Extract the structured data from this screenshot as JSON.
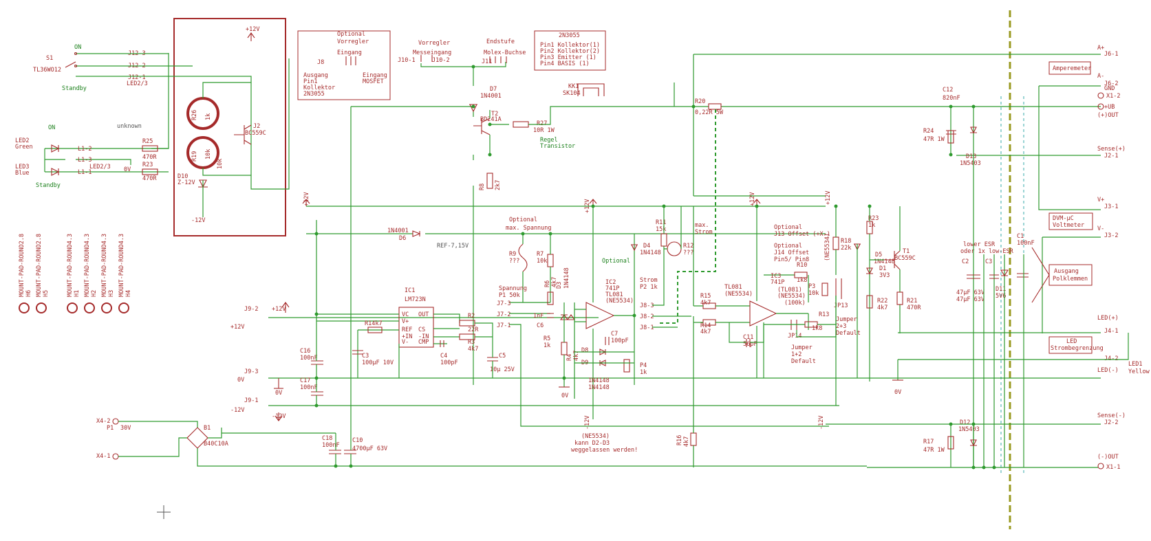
{
  "title_note": "Klemmenbereich",
  "labels": {
    "plus12v_top": "+12V",
    "minus12v_box": "-12V",
    "j12_3": "J12-3",
    "j12_2": "J12-2",
    "j12_1": "J12-1",
    "led23": "LED2/3",
    "s1": "S1",
    "tl36wo": "TL36WO12",
    "on1": "ON",
    "standby1": "Standby",
    "on2": "ON",
    "standby2": "Standby",
    "led2": "LED2",
    "green": "Green",
    "led3": "LED3",
    "blue": "Blue",
    "unknown": "unknown",
    "r25": "R25",
    "r25v": "470R",
    "r23": "R23",
    "r23v": "470R",
    "led23b": "LED2/3",
    "ov_a": "0V",
    "d10": "D10",
    "d10v": "Z-12V",
    "j2": "J2",
    "bc559c_a": "BC559C",
    "r26": "R26",
    "r26v": "1k",
    "r19": "R19",
    "r19v": "10k",
    "k10": "10k",
    "minus12v_a": "-12V",
    "opt_title": "Optional",
    "opt_vorregler": "Vorregler",
    "opt_eingang": "Eingang",
    "j8": "J8",
    "ausgang": "Ausgang",
    "pin1": "Pin1",
    "kollektor": "Kollektor",
    "n2n3055": "2N3055",
    "eingang2": "Eingang",
    "mosfet": "MOSFET",
    "vorregler": "Vorregler",
    "messeingang": "Messeingang",
    "endstufe": "Endstufe",
    "molex": "Molex-Buchse",
    "j10_1": "J10-1",
    "j10_2": "J10-2",
    "j11": "J11",
    "d7": "D7",
    "n1n4001": "1N4001",
    "t2": "T2",
    "bd241": "BD241A",
    "r27": "R27",
    "r27v": "10R 1W",
    "regel": "Regel",
    "transistor": "Transistor",
    "r8": "R8",
    "r8v": "2k7",
    "kk1": "KK1",
    "sk104": "SK104",
    "tr_title": "2N3055",
    "tr_pin1": "Pin1 Kollektor(1)",
    "tr_pin2": "Pin2 Kollektor(2)",
    "tr_pin3": "Pin3 Emitter  (1)",
    "tr_pin4": "Pin4 BASIS    (1)",
    "r20": "R20",
    "r20v": "0,22R 5W",
    "c12": "C12",
    "c12v": "820nF",
    "r24": "R24",
    "r24v": "47R 1W",
    "d13": "D13",
    "d13v": "1N5403",
    "j6_1": "J6-1",
    "j6_2": "J6-2",
    "amperemeter": "Amperemeter",
    "aplus": "A+",
    "aminus": "A-",
    "gnd": "GND",
    "x1_2": "X1-2",
    "ub": "+UB",
    "plusout": "(+)OUT",
    "sense_p": "Sense(+)",
    "j2_1": "J2-1",
    "vplus": "V+",
    "j3_1": "J3-1",
    "dvm": "DVM-µC",
    "voltmeter": "Voltmeter",
    "vminus": "V-",
    "j3_2": "J3-2",
    "c1": "C1",
    "c1v": "100nF",
    "lower_esr": "lower ESR",
    "oder_esr": "oder 1x low-ESR",
    "ausgang2": "Ausgang",
    "polklemmen": "Polklemmen",
    "c2": "C2",
    "c2v": "47µF 63V",
    "c3b": "C3",
    "c3bv": "47µF 63V",
    "d11": "D11",
    "d11v": "5V6",
    "led_p": "LED(+)",
    "j4_1": "J4-1",
    "led_box": "LED",
    "stromb": "Strombegrenzung",
    "j4_2": "J4-2",
    "led_m": "LED(-)",
    "led1": "LED1",
    "yellow": "Yellow",
    "sense_m": "Sense(-)",
    "j2_2": "J2-2",
    "r17": "R17",
    "r17v": "47R 1W",
    "d12": "D12",
    "d12v": "1N5403",
    "minusout": "(-)OUT",
    "x1_1": "X1-1",
    "j9_1": "J9-2",
    "plus12_l": "+12V",
    "plus12_l2": "+12V",
    "j9_0": "J9-3",
    "ov_l": "0V",
    "j9_m": "J9-1",
    "minus12_l": "-12V",
    "x4_2": "X4-2",
    "p1": "P1",
    "p1v": "30V",
    "x4_1": "X4-1",
    "b1": "B1",
    "b1v": "B40C10A",
    "c16": "C16",
    "c16v": "100nF",
    "c17": "C17",
    "c17v": "100nF",
    "ov_b": "0V",
    "minus12_b": "-12V",
    "c18": "C18",
    "c18v": "100nF",
    "c10": "C10",
    "c10v": "4700µF 63V",
    "plus12_c": "+12V",
    "d6": "D6",
    "n1n4001b": "1N4001",
    "ref": "REF-7,15V",
    "ic1": "IC1",
    "lm723": "LM723N",
    "r14k": "R14k7",
    "c3": "C3",
    "c3v": "100µF 10V",
    "c4": "C4",
    "c4v": "100pF",
    "r2": "R2",
    "r2v": "22R",
    "r3": "R3",
    "r3v": "4k7",
    "c5": "C5",
    "c5v": "10µ 25V",
    "optional_a": "Optional",
    "max_spannung": "max. Spannung",
    "r9": "R9",
    "r9v": "???",
    "r7": "R7",
    "r7v": "10k",
    "spannung": "Spannung",
    "p1b": "P1 50k",
    "j7_3": "J7-3",
    "j7_2": "J7-2",
    "j7_1": "J7-1",
    "r6": "R6",
    "r6v": "4k7",
    "d3a": "D3",
    "d3av": "1N4148",
    "onenf": "1nF",
    "c6": "C6",
    "r5": "R5",
    "r5v": "1k",
    "ov_c": "0V",
    "plus12_d": "+12V",
    "optional_b": "Optional",
    "ic2": "IC2",
    "ic2a": "741P",
    "ic2b": "TL081",
    "ic2c": "(NE5534)",
    "c7": "C7",
    "c7v": "100pF",
    "d8": "D8",
    "d9": "D9",
    "r4": "R4",
    "r4v": "4k7",
    "p4": "P4",
    "p4v": "1k",
    "n4148a": "1N4148",
    "n4148b": "1N4148",
    "minus12_d": "-12V",
    "ne5534_note": "(NE5534)",
    "kann": "kann D2-D3",
    "wegg": "weggelassen werden!",
    "d4": "D4",
    "d4v": "1N4148",
    "r11": "R11",
    "r11v": "15k",
    "r12": "R12",
    "r12v": "???",
    "strom": "Strom",
    "p2": "P2 1k",
    "j8_3": "J8-3",
    "j8_2": "J8-2",
    "j8_1": "J8-1",
    "maxstrom1": "max.",
    "maxstrom2": "Strom",
    "r16": "R16",
    "r16v": "4k7",
    "r15": "R15",
    "r15v": "4k7",
    "r14": "R14",
    "r14v": "4k7",
    "tl081": "TL081",
    "ne5534b": "(NE5534)",
    "c11": "C11",
    "c11v": "56pF",
    "plus12_e": "+12V",
    "minus12_e": "-12V",
    "opt_c": "Optional",
    "j13": "J13 Offset (+X-)",
    "opt_d": "Optional",
    "j14": "J14 Offset",
    "pin58": "Pin5/ Pin8",
    "ic3": "IC3",
    "ic3a": "741P",
    "ic3b": "(TL081)",
    "ic3c": "(NE5534)",
    "ic3d": "(100k)",
    "r10": "R10",
    "r10v": "1k8",
    "p3": "P3",
    "p3v": "10k",
    "jp13": "JP13",
    "jp14": "JP14",
    "r13": "R13",
    "r13v": "1k8",
    "jumper1": "Jumper",
    "jumper1b": "2+3",
    "jumper1c": "Default",
    "jumper2": "Jumper",
    "jumper2b": "1+2",
    "jumper2c": "Default",
    "r18": "R18",
    "r18v": "22k",
    "ne5534c": "(NE5534)",
    "r23b": "R23",
    "r23bv": "1k",
    "d5": "D5",
    "d5v": "1N4148",
    "d1": "D1",
    "d1v": "3V3",
    "r22": "R22",
    "r22v": "4k7",
    "t1": "T1",
    "t1v": "BC559C",
    "r21": "R21",
    "r21v": "470R",
    "ov_d": "0V",
    "mounts": [
      "H6",
      "H5",
      "H1",
      "H2",
      "H3",
      "H4"
    ],
    "mount_names": [
      "MOUNT-PAD-ROUND2.8",
      "MOUNT-PAD-ROUND2.8",
      "MOUNT-PAD-ROUND4.3",
      "MOUNT-PAD-ROUND4.3",
      "MOUNT-PAD-ROUND4.3",
      "MOUNT-PAD-ROUND4.3"
    ]
  }
}
